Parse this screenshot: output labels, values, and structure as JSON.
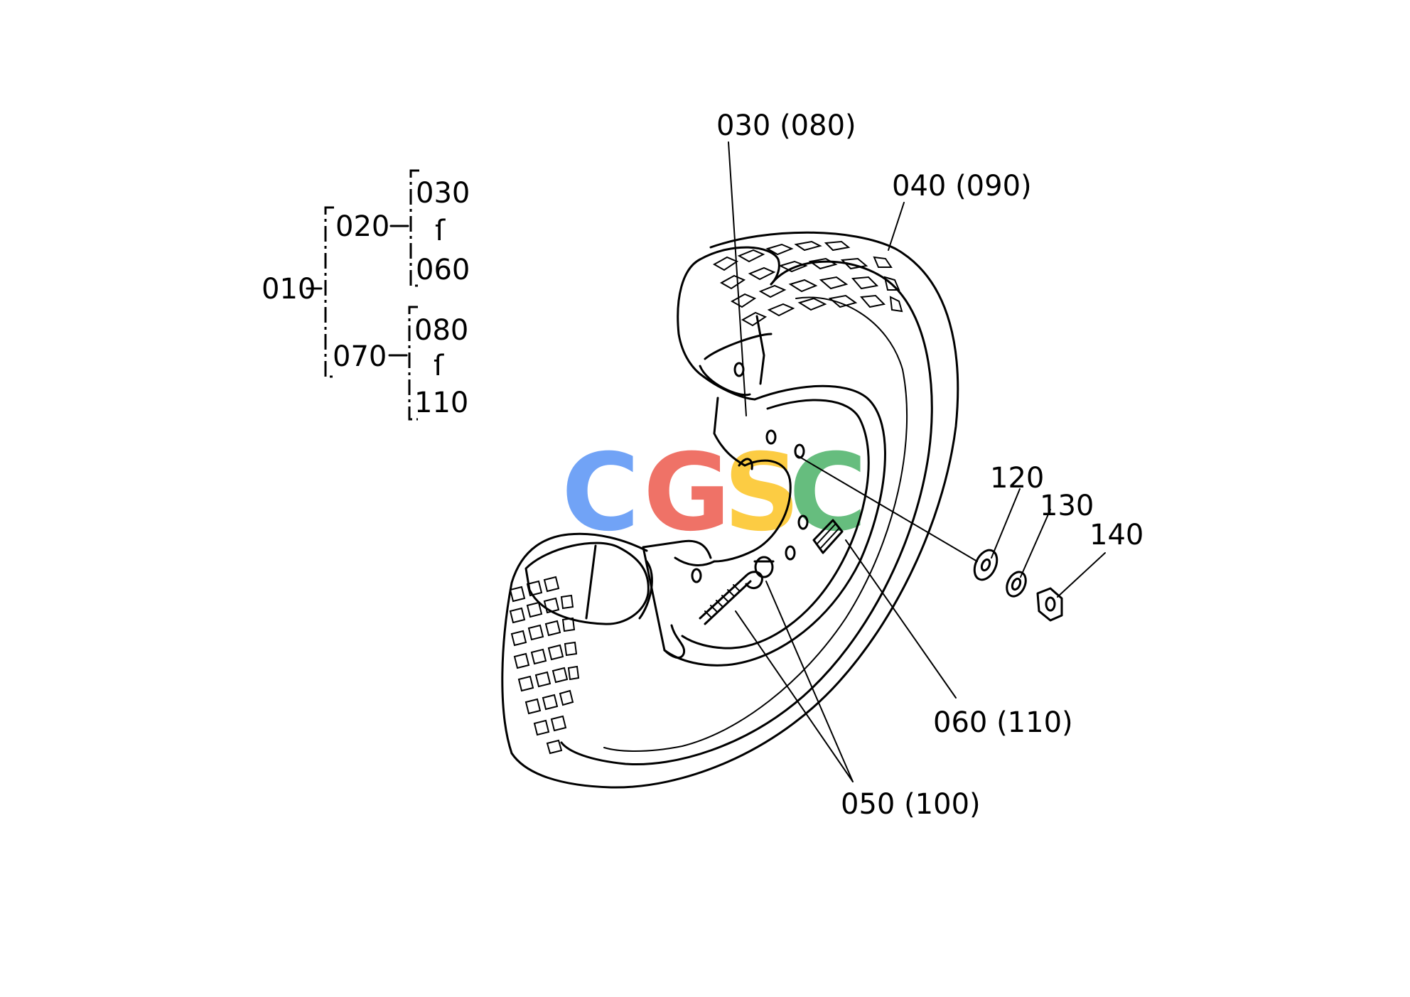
{
  "tree": {
    "root": "010",
    "groups": [
      {
        "id": "020",
        "from": "030",
        "sep": "ſ",
        "to": "060"
      },
      {
        "id": "070",
        "from": "080",
        "sep": "ſ",
        "to": "110"
      }
    ]
  },
  "callouts": {
    "c030": "030 (080)",
    "c040": "040 (090)",
    "c050": "050 (100)",
    "c060": "060  (110)",
    "c120": "120",
    "c130": "130",
    "c140": "140"
  },
  "watermark": {
    "letters": [
      "C",
      "G",
      "S",
      "C"
    ],
    "colors": [
      "#4285F4",
      "#EA4335",
      "#FBBC05",
      "#34A853"
    ]
  }
}
